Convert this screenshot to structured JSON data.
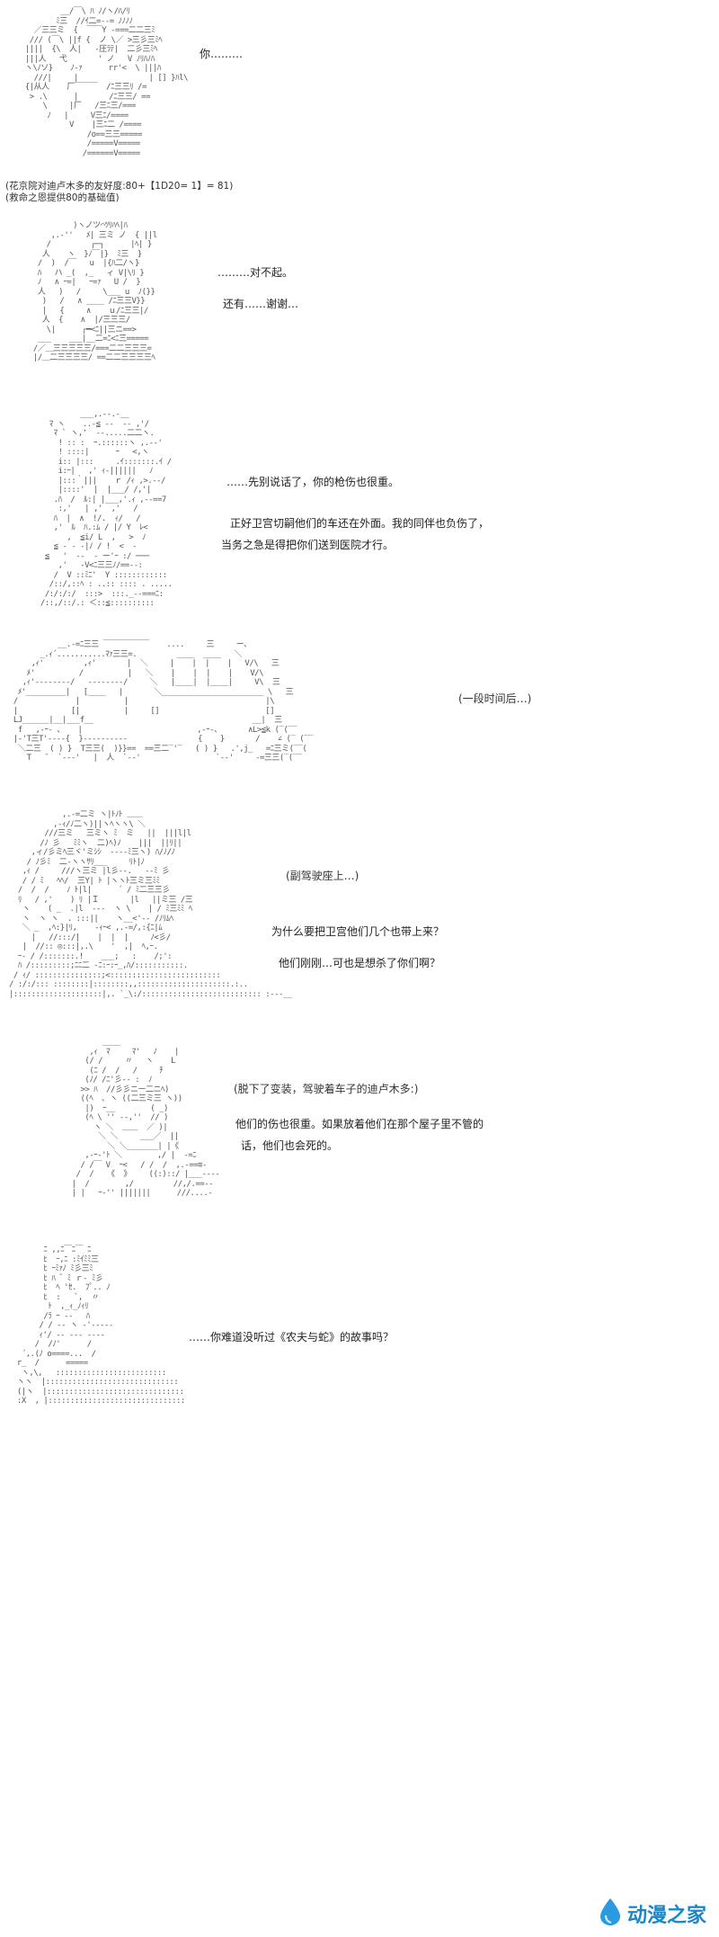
{
  "panels": [
    {
      "art": "          __/￣\\ ﾊ ﾉ/ヽ/ﾊ/ﾘ\n         ﾐ三  //ｲ二=--= ﾉﾉﾉﾉ\n    ／三三ミ  {  ￣￣Y -===二二三ﾐ\n   /// (￣\\ ||f {  ノ \\／ >三彡三ﾐﾍ\n  ||||  {\\  人|   -圧ﾗﾃ|  二彡三ﾐﾍ\n  |||人   弋       ' ノ   V ﾉﾘﾊﾉﾊ\n  ヽ\\ﾉソ}    ﾉ-ｧ      rr'<  \\ |||ﾊ\n    ///|     |                | [] }ﾊl\\\n  {|从人    厂￣￣￣  /ﾆ三三ﾘ /=\n   > .\\      |       /ﾆ三三/ ==\n      \\     |厂   /三ﾆ三/===\n       ﾉ   |     V三ﾆ/====\n            V    |三ﾆ二 /====\n                /o==三三=====\n                /=====V=====\n               /======V=====",
      "lines": [
        "你………"
      ],
      "notes": [
        "(花京院对迪卢木多的友好度:80+【1D20= 1】= 81)",
        "(救命之恩提供80的基础值)"
      ]
    },
    {
      "art": "          )ヽノツ⌒ﾂﾘﾊﾍ|ﾊ\n     ,.-''   ﾒ| 三ミ ノ  { ||l\n    /         ┌─┐      |ﾍ| }\n   人    ヽ  }ﾉ￣|}  ﾐ三  }\n  /  )  /￣   u  |{ﾊ二/ヽ}\n  ﾊ   ハ _(  ,_   ィ V|\\ﾘ }\n  ﾉ   ∧ ｰ=|   ｰ=ｧ   U /  }\n  人   )   /     \\___ u  ﾉ(}}\n   )   /   ∧ ____ /ﾆ三三V}}\n   |   {     ∧    ｕ/ﾆ三三|/\n   人  {    ∧  |/三三三/\n    \\|      ┌━<ﾆ||三ニ==>\n  ___    ___|__二=ﾆ<ﾆ三=====\n /／＿三三三三三/===二二三三三=\n |/＿二三三三三/ ==二二三三三三ﾍ",
      "lines": [
        "………对不起。",
        "还有……谢谢…"
      ],
      "notes": []
    },
    {
      "art": "          ___,.-‐.‐__\n   ﾏ ヽ    ..-≦ ‐‐  -- ,'/\n    ﾏ ` ヽ,'  -‐.....二二ヽ.\n     ! :: :  ｰ.::::::ヽ ,.-‐'\n     ! ::::|      ｰ   <,ヽ\n     i:: |:::     .ｲ:::::::.ｲ /\n     i:ｰ|   ,' ｨ-||||||   ﾉ\n     |:::｀|||    ｒ /ｨ ,>.--/\n     |::::'  |  |___/ /,'|\n    .ﾊ  /  ﾙ:| |___,'.ｨ ,--==7\n     :,'   | ,'  ,'   /\n    ﾊ  |  ∧  !/.  ｨ/   /\n    ,'  ﾙ  ﾊ.:ﾑ / |/ Y  ﾚ<\n       ,  ≦i/ L  ,   >  ﾉ\n    ≦ ‐ ‐ ‐|ﾉ / !  <  -\n  ≦   '  --  ‐ ー'ｰ :/ ───\n     ,'   -V<ﾆ三三ﾉ/==--:\n    /  V ::ﾐﾆ'  Y ::::::::::::\n   /::/,::ﾍ : ..:: :::: . .....\n  /:/:/:/  :::>  :::._--===ﾆ:\n /::,/::/.: ＜::≦::::::::::",
      "lines": [
        "……先别说话了，你的枪伤也很重。",
        "正好卫宫切嗣他们的车还在外面。我的同伴也负伤了，",
        "当务之急是得把你们送到医院才行。"
      ],
      "notes": []
    },
    {
      "art": "           __.-=ﾆ三三 ￣￣￣￣￣￣    ....     三     ー、\n       _.ｨ´...........ﾏｧ三三=.         ____  ____   ＼\n     ,ｨ'         ,ｨ'       |  ＼     |    |  |    |   V/\\   三\n    ﾒ'          /          |   ＼    |    |  |    |    V/\\\n   ,ｨ'--------/   --------/     ＼   |____|  |____|     V\\  三\n  ﾒ'_________|   [____   |       ＼_______________________ \\   三\n /             |          |                               |\\\n |            [|          |     []                        []\n LJ______|__|___f__                                    __|  三\n  f   ,-ｰ- 、   |                          ,-ｰ-、      ∧L>≦k (‾(‾‾\n |-'T三T'----{  }----------                {    }       /    ∠ (‾ (‾‾\n  ＼二三  ( ) }  T三三(  )}}==  ==三二‾'‾   ( ) }   .',j_   =ﾆ三ミ(‾‾(\n    T   ¯  `-‐‐'   |  人  `-‐'                 `-‐'     -=三三(‾(‾‾",
      "lines": [],
      "notes": [
        "(一段时间后…)"
      ]
    },
    {
      "art": "            ,.-=二ミ ヽ|ﾄﾉﾄ ＿＿\n          ,-ｨ/ﾉ二ヽ)||ヽﾍヽヽ\\ ＼\n        ///三ミ   三ミヽ ﾐ  ミ   ||  |||l|l\n       /ﾉ 彡   ﾐﾐヽ  二)ﾍ)ﾉ    |||  ||ﾘ||\n     ,ィ/彡ミﾍ三ヾ'ミｼｼ  ‐‐--ﾐ三ヽ) ﾊ/ﾉ/ﾉ\n    / ﾉ彡ﾐ  二‐ヽヽｻﾘ___     ﾘﾄ|ﾉ\n   ,ｨ /     ///ヽ三ミ |l彡‐‐.   ‐‐ﾐ 彡\n   / / ﾐ   ﾍﾍ/  三Y| ﾄ |ヽヽﾄ三ミ三ﾐﾐ\n  /  /  /    ﾉ ﾄ|l|      ´ / ﾐ二三三彡\n  ﾘ   / ,'    ) ﾘ |Ｉ       |l   ||ミ三 /三\n   ヽ    ( _  .|l  ---  ヽ \\    | / ﾐ三ﾐﾐ ﾍ\n   ヽ  ヽ ヽ  . :::||    ヽ__<'‐‐ /ﾉﾘﾑﾍ\n   ＼ _  ,ﾍ:}|ﾘ,    -ｨｰ< ,.-=/,:{ﾆ|ﾑ\n     |   //:::/|    |  |  |     ﾉ<彡/\n   |  //:: ◎:::|,.\\    '  ,|  ﾍ,ｰ.\n  ｰ- / /:::::::.!    ___;   :    /;':\n  ﾊ /:::::::::;ﾆﾆ二 ‐ﾆ:ｰ:ｰ_,ﾊ/:::::::::::.\n / ｨ/ :::::::::::::::;<:::::::::::::::::::::::::\n/ :/:/::: ::::::::|::::::::,,:::::::::::::::::::::.:..\n|::::::::::::::::::::|,. `_\\:/::::::::::::::::::::::::::: :---__",
      "lines": [
        "为什么要把卫宫他们几个也带上来？",
        "他们刚刚…可也是想杀了你们啊？"
      ],
      "notes": [
        "(副驾驶座上…)"
      ]
    },
    {
      "art": "           ____\n        ,ｨ  ﾏ     ﾏ'   ﾉ    |\n       (/ /     〃   ヽ    L\n        (ﾆ /  /   /     ﾁ\n       (ﾉ/ /ﾆ'彡-- :  ﾉ\n      >> ﾊ  //彡彡ニー二ニﾍ)\n      ((ﾍ  ､ ヽ ((二三ミ三 ヽ))\n       |)  ｰ__        ( _)\n       (ﾍ \\ '' ‐‐,''  // )\n         ヽ ＼  ＿＿  ／ )|\n          ＼ ＼     ___／  ||\n            ＼ ＼_______| |《\n       ,-ｰ‐'ﾄ ＼        ,/ |  -=ﾆ\n      / /￣ V  ｰ<   / /  /  ,.-==≡‐\n     /  /   《  》    ((:)::/ |___‐‐‐‐\n    |  /        ,/         //,/.==‐‐\n    | |   ｰ‐'' |||||||      ///....‐",
      "lines": [
        "他们的伤也很重。如果放着他们在那个屋子里不管的",
        "话，他们也会死的。"
      ],
      "notes": [
        "(脱下了变装，驾驶着车子的迪卢木多:)"
      ]
    },
    {
      "art": "       ﾆ ,,ﾆ￣ﾆ￣ ﾆ\n       ﾋ  ｰ,ﾆ :ﾐｲﾐﾐ三\n       ﾋ ｰﾐｧﾉ ﾐ彡三ﾐ\n       ﾋ ﾊ ゛ﾐ ｒ- ﾐ彡\n       ﾋ  ﾍ 'ｾ.  ﾌﾟ.. ﾉ\n       ﾋ  :   `,  〃\n        ﾄ  ,_ｨ_ﾉｨﾘ\n       /ﾗ ｰ ‐‐   ﾊ\n      / / ‐‐ ヽ ‐'‐‐‐--\n      ｨ'/ ‐- -‐- ‐-‐-\n     /  /ﾉ'      /\n  ´,.(ﾉ o====...  /\n r_  /      =====\n  ヽ,\\,   :::::::::::::::::::::::::\n ヽヽ  |::::::::::::::::::::::::::::::\n (|ヽ  |:::::::::::::::::::::::::::::::\n :X  , |:::::::::::::::::::::::::::::::",
      "lines": [
        "……你难道没听过《农夫与蛇》的故事吗？"
      ],
      "notes": []
    }
  ],
  "watermark": {
    "text": "动漫之家",
    "icon": "water-drop-icon",
    "color": "#1b86c8"
  }
}
